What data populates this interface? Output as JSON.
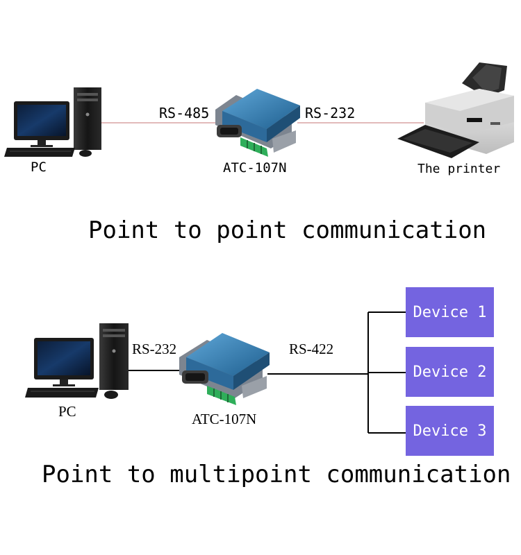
{
  "top": {
    "left_label": "RS-485",
    "right_label": "RS-232",
    "pc_label": "PC",
    "converter_label": "ATC-107N",
    "printer_label": "The printer",
    "caption": "Point to point communication"
  },
  "bottom": {
    "left_label": "RS-232",
    "right_label": "RS-422",
    "pc_label": "PC",
    "converter_label": "ATC-107N",
    "devices": [
      "Device 1",
      "Device 2",
      "Device 3"
    ],
    "caption": "Point to multipoint communication"
  },
  "colors": {
    "top_link": "#d9a3a3",
    "bottom_link": "#000000",
    "device_fill": "#7464e0",
    "converter_body": "#3a7fb5"
  }
}
